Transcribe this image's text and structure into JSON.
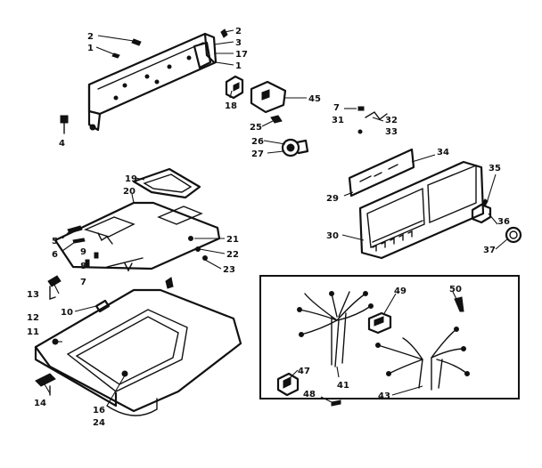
{
  "callouts": {
    "c2a": "2",
    "c1a": "1",
    "c2b": "2",
    "c3": "3",
    "c17": "17",
    "c1b": "1",
    "c4": "4",
    "c18": "18",
    "c45": "45",
    "c25": "25",
    "c26": "26",
    "c27": "27",
    "c7a": "7",
    "c31": "31",
    "c32": "32",
    "c33": "33",
    "c34": "34",
    "c35": "35",
    "c29": "29",
    "c30": "30",
    "c36": "36",
    "c37": "37",
    "c19": "19",
    "c20": "20",
    "c5": "5",
    "c6": "6",
    "c21": "21",
    "c22": "22",
    "c23": "23",
    "c9": "9",
    "c8": "8",
    "c7b": "7",
    "c13": "13",
    "c12": "12",
    "c11": "11",
    "c10": "10",
    "c14": "14",
    "c16": "16",
    "c24": "24",
    "c49": "49",
    "c50": "50",
    "c41": "41",
    "c47": "47",
    "c48": "48",
    "c43": "43"
  }
}
